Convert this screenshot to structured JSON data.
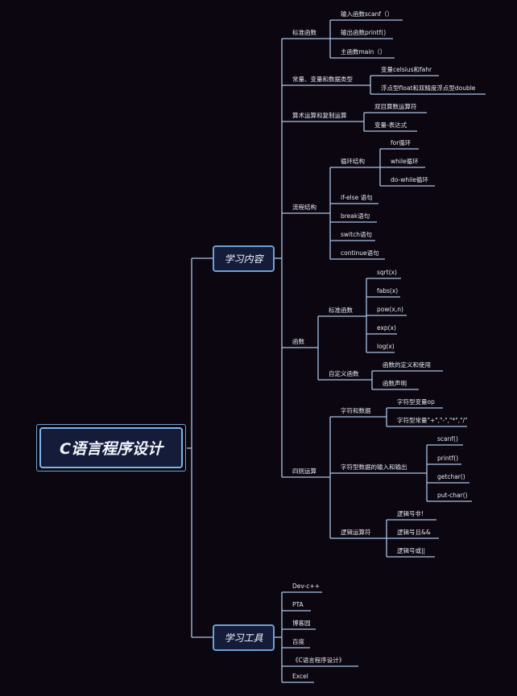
{
  "root": "C语言程序设计",
  "colors": {
    "background": "#0b060f",
    "line": "#a9c4e8",
    "box": "#141c3a",
    "box_border": "#7fb2e4"
  },
  "branches": [
    {
      "label": "学习内容",
      "children": [
        {
          "label": "标准函数",
          "children": [
            {
              "label": "输入函数scanf（）"
            },
            {
              "label": "输出函数printf()"
            },
            {
              "label": "主函数main（）"
            }
          ]
        },
        {
          "label": "常量、变量和数据类型",
          "children": [
            {
              "label": "变量celsius和fahr"
            },
            {
              "label": "浮点型float和双精度浮点型double"
            }
          ]
        },
        {
          "label": "算术运算和复制运算",
          "children": [
            {
              "label": "双目算数运算符"
            },
            {
              "label": "变量-表达式"
            }
          ]
        },
        {
          "label": "流程结构",
          "children": [
            {
              "label": "循环结构",
              "children": [
                {
                  "label": "for循环"
                },
                {
                  "label": "while循环"
                },
                {
                  "label": "do-while循环"
                }
              ]
            },
            {
              "label": "if-else 语句"
            },
            {
              "label": "break语句"
            },
            {
              "label": "switch语句"
            },
            {
              "label": "continue语句"
            }
          ]
        },
        {
          "label": "函数",
          "children": [
            {
              "label": "标准函数",
              "children": [
                {
                  "label": "sqrt(x)"
                },
                {
                  "label": "fabs(x)"
                },
                {
                  "label": "pow(x,n)"
                },
                {
                  "label": "exp(x)"
                },
                {
                  "label": "log(x)"
                }
              ]
            },
            {
              "label": "自定义函数",
              "children": [
                {
                  "label": "函数的定义和使用"
                },
                {
                  "label": "函数声明"
                }
              ]
            }
          ]
        },
        {
          "label": "四则运算",
          "children": [
            {
              "label": "字符和数据",
              "children": [
                {
                  "label": "字符型变量op"
                },
                {
                  "label": "字符型常量\"+\",\"-\",\"*\",\"/\""
                }
              ]
            },
            {
              "label": "字符型数据的输入和输出",
              "children": [
                {
                  "label": "scanf()"
                },
                {
                  "label": "printf()"
                },
                {
                  "label": "getchar()"
                },
                {
                  "label": "put-char()"
                }
              ]
            },
            {
              "label": "逻辑运算符",
              "children": [
                {
                  "label": "逻辑号非!"
                },
                {
                  "label": "逻辑号且&&"
                },
                {
                  "label": "逻辑号或||"
                }
              ]
            }
          ]
        }
      ]
    },
    {
      "label": "学习工具",
      "children": [
        {
          "label": "Dev-c++"
        },
        {
          "label": "PTA"
        },
        {
          "label": "博客园"
        },
        {
          "label": "百度"
        },
        {
          "label": "《C语言程序设计》"
        },
        {
          "label": "Excel"
        }
      ]
    }
  ]
}
